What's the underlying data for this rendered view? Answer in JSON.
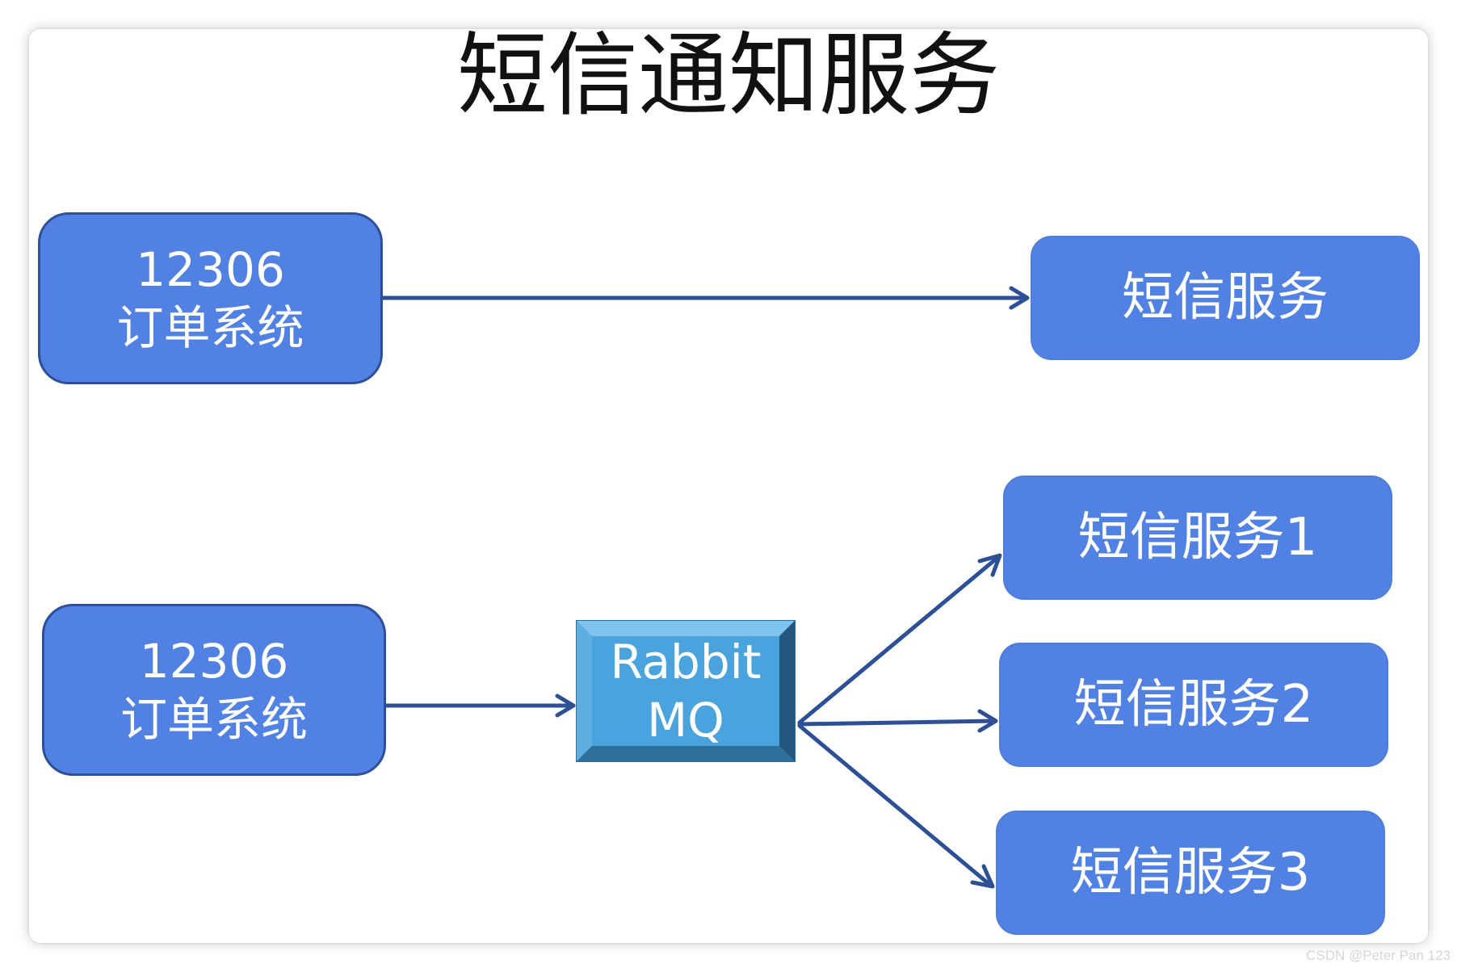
{
  "title": "短信通知服务",
  "top_row": {
    "source": {
      "line1": "12306",
      "line2": "订单系统"
    },
    "target": {
      "label": "短信服务"
    }
  },
  "bottom_row": {
    "source": {
      "line1": "12306",
      "line2": "订单系统"
    },
    "queue": {
      "line1": "Rabbit",
      "line2": "MQ"
    },
    "targets": [
      {
        "label": "短信服务1"
      },
      {
        "label": "短信服务2"
      },
      {
        "label": "短信服务3"
      }
    ]
  },
  "watermark": "CSDN @Peter Pan 123",
  "colors": {
    "box_fill": "#5181e2",
    "box_border": "#2e4f9a",
    "arrow": "#2d4f95",
    "mq_face": "#4aa3dc",
    "mq_frame": "#2f7fb8"
  }
}
